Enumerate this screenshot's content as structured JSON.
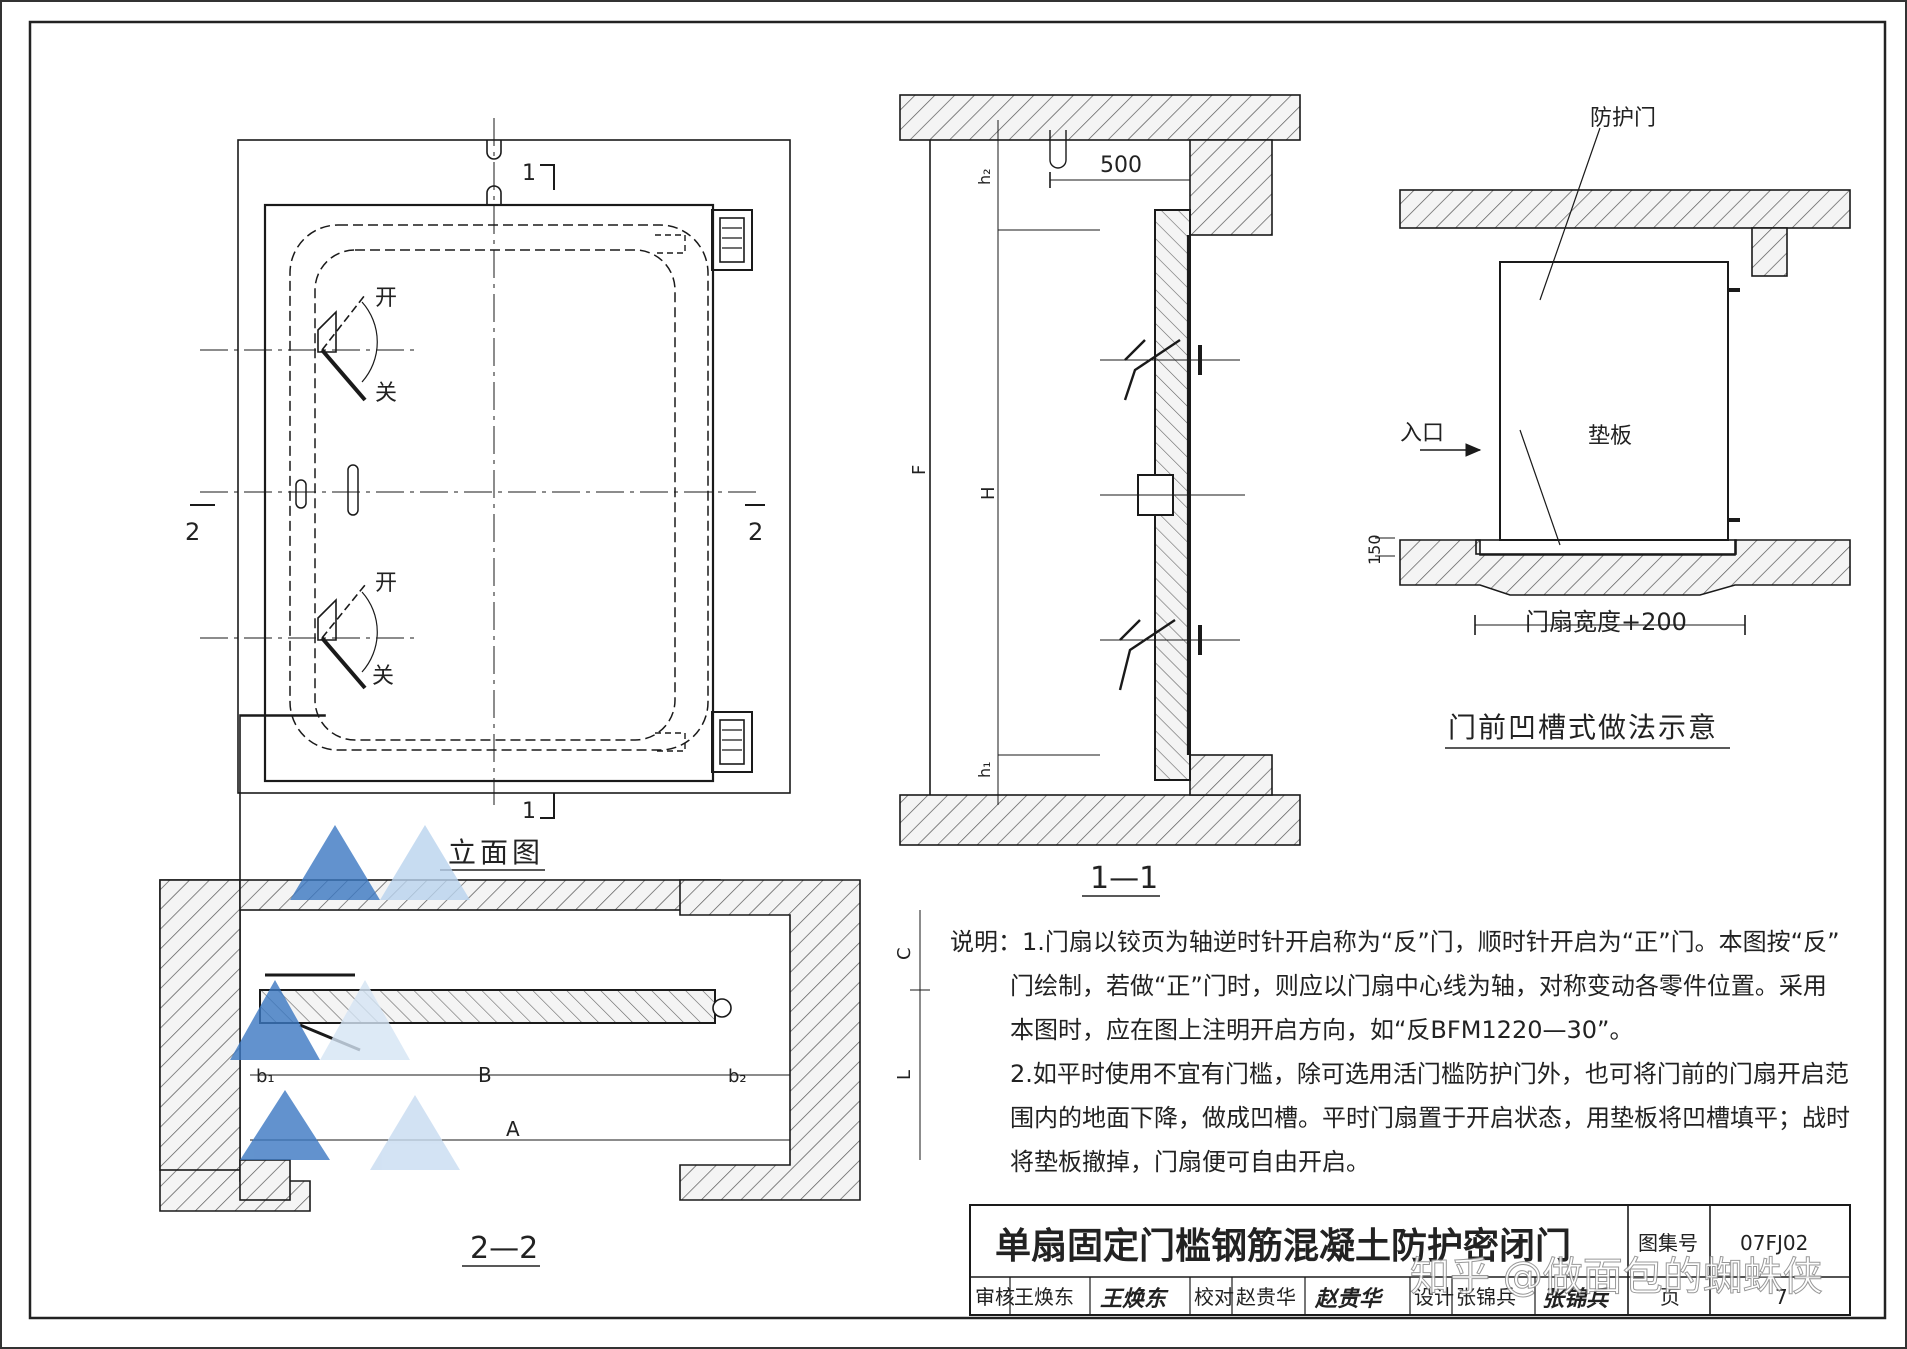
{
  "drawings": {
    "elevation": {
      "caption": "立面图",
      "section_mark_1_top": "1",
      "section_mark_1_bottom": "1",
      "section_mark_2_left": "2",
      "section_mark_2_right": "2",
      "handle_upper_open": "开",
      "handle_upper_close": "关",
      "handle_lower_open": "开",
      "handle_lower_close": "关"
    },
    "section_1_1": {
      "caption": "1—1",
      "dim_500": "500",
      "dim_h2": "h₂",
      "dim_h1": "h₁",
      "dim_F": "F",
      "dim_H": "H"
    },
    "section_2_2": {
      "caption": "2—2",
      "dim_b1": "b₁",
      "dim_B": "B",
      "dim_b2": "b₂",
      "dim_A": "A",
      "dim_C": "C",
      "dim_L": "L"
    },
    "recess_detail": {
      "caption": "门前凹槽式做法示意",
      "label_door": "防护门",
      "label_pad": "垫板",
      "label_entry": "入口",
      "dim_150": "150",
      "dim_width": "门扇宽度+200"
    }
  },
  "notes": {
    "prefix": "说明：",
    "n1_l1": "1.门扇以铰页为轴逆时针开启称为“反”门，顺时针开启为“正”门。本图按“反”",
    "n1_l2": "门绘制，若做“正”门时，则应以门扇中心线为轴，对称变动各零件位置。采用",
    "n1_l3": "本图时，应在图上注明开启方向，如“反BFM1220—30”。",
    "n2_l1": "2.如平时使用不宜有门槛，除可选用活门槛防护门外，也可将门前的门扇开启范",
    "n2_l2": "围内的地面下降，做成凹槽。平时门扇置于开启状态，用垫板将凹槽填平；战时",
    "n2_l3": "将垫板撤掉，门扇便可自由开启。"
  },
  "title_block": {
    "title": "单扇固定门槛钢筋混凝土防护密闭门",
    "atlas_label": "图集号",
    "atlas_no": "07FJ02",
    "review_label": "审核",
    "reviewer": "王焕东",
    "reviewer_sig": "王焕东",
    "check_label": "校对",
    "checker": "赵贵华",
    "checker_sig": "赵贵华",
    "design_label": "设计",
    "designer": "张锦兵",
    "designer_sig": "张锦兵",
    "page_label": "页",
    "page_no": "7"
  },
  "watermark": "知乎 @做面包的蜘蛛侠",
  "colors": {
    "line": "#1a1a1a",
    "hatch": "#555555",
    "logo_blue": "#3b78c2",
    "logo_light": "#b9d3ee"
  }
}
